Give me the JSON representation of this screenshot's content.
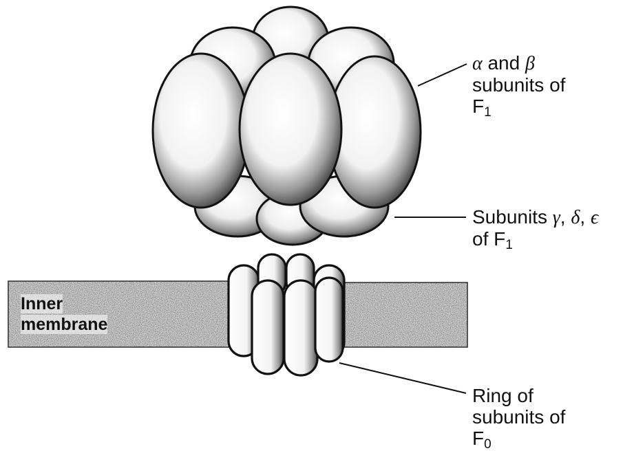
{
  "colors": {
    "ink": "#111111",
    "shade": "#5a5a5a",
    "highlight": "#ffffff",
    "membrane_fill": "#d4d4d4"
  },
  "labels": {
    "membrane": {
      "line1": "Inner",
      "line2": "membrane"
    },
    "alpha_beta": {
      "alpha": "α",
      "and": " and ",
      "beta": "β",
      "line2": "subunits of",
      "f": "F",
      "sub": "1"
    },
    "gde": {
      "prefix": "Subunits ",
      "gamma": "γ",
      "comma1": ", ",
      "delta": "δ",
      "comma2": ", ",
      "epsilon": "ϵ",
      "of": "of F",
      "sub": "1"
    },
    "ring": {
      "line1": "Ring of",
      "line2": "subunits of",
      "f": "F",
      "sub": "0"
    }
  }
}
